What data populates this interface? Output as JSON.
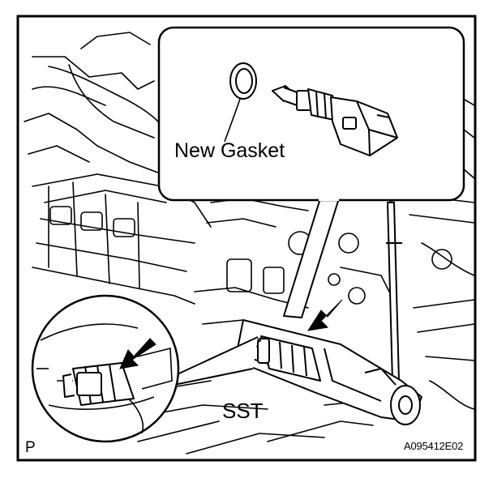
{
  "labels": {
    "new_gasket": "New Gasket",
    "sst": "SST",
    "corner_mark": "P",
    "figure_code": "A095412E02"
  },
  "colors": {
    "line": "#000000",
    "background": "#ffffff"
  },
  "icons": [
    "down-arrow-icon",
    "down-arrow-icon"
  ]
}
